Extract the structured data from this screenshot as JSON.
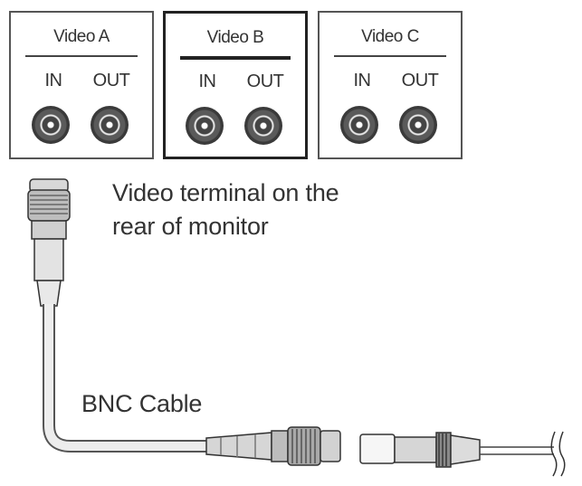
{
  "panels": [
    {
      "title": "Video A",
      "in_label": "IN",
      "out_label": "OUT"
    },
    {
      "title": "Video B",
      "in_label": "IN",
      "out_label": "OUT"
    },
    {
      "title": "Video C",
      "in_label": "IN",
      "out_label": "OUT"
    }
  ],
  "captions": {
    "terminal_line1": "Video terminal on the",
    "terminal_line2": "rear of monitor",
    "cable": "BNC Cable"
  },
  "icons": [
    "bnc-in-port-icon",
    "bnc-out-port-icon",
    "bnc-plug-icon",
    "bnc-adapter-icon",
    "cable-break-icon"
  ]
}
